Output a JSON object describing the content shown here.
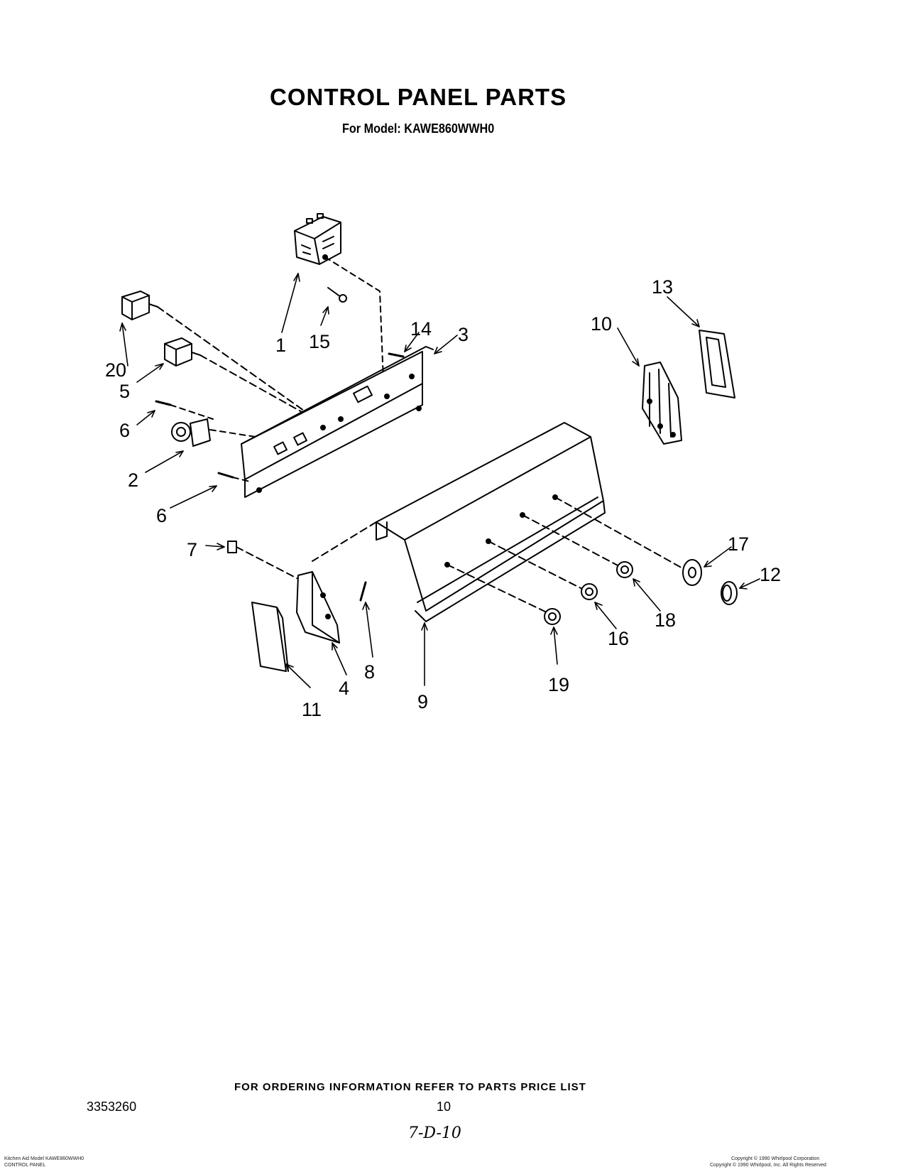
{
  "header": {
    "title": "CONTROL PANEL PARTS",
    "subtitle": "For Model: KAWE860WWH0"
  },
  "callouts": [
    "1",
    "2",
    "3",
    "4",
    "5",
    "6",
    "6",
    "7",
    "8",
    "9",
    "10",
    "11",
    "12",
    "13",
    "14",
    "15",
    "16",
    "17",
    "18",
    "19",
    "20"
  ],
  "footer": {
    "ordering_note": "FOR ORDERING INFORMATION REFER TO PARTS PRICE LIST",
    "doc_number": "3353260",
    "page_number": "10",
    "handwritten_date": "7-D-10",
    "bottom_left_line1": "Kitchen Aid Model KAWE860WWH0",
    "bottom_left_line2": "CONTROL PANEL",
    "bottom_right_line1": "Copyright © 1990 Whirlpool Corporation",
    "bottom_right_line2": "Copyright © 1990 Whirlpool, Inc. All Rights Reserved"
  }
}
